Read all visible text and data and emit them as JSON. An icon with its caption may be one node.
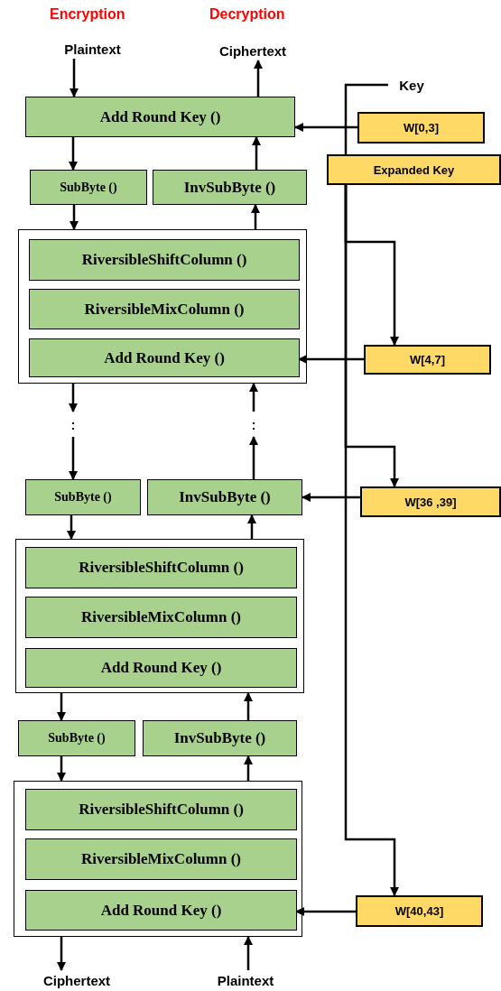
{
  "diagram": {
    "nodes": [
      {
        "text": [
          "Plaintext"
        ]
      },
      {
        "text": [
          "Ciphertext"
        ]
      },
      {
        "text": [
          "Add Round Key ()"
        ]
      },
      {
        "text": [
          "SubByte ()"
        ]
      },
      {
        "text": [
          "InvSubByte ()"
        ]
      },
      {
        "text": [],
        "shape": "box"
      },
      {
        "text": [
          "RiversibleShiftColumn ()"
        ],
        "in": 5
      },
      {
        "text": [
          "RiversibleMixColumn ()"
        ],
        "in": 5
      },
      {
        "text": [
          "Add Round Key ()"
        ],
        "in": 5
      },
      {
        "text": [
          ":"
        ]
      },
      {
        "text": [
          ":"
        ]
      },
      {
        "text": [
          "SubByte ()"
        ]
      },
      {
        "text": [
          "InvSubByte ()"
        ]
      },
      {
        "text": [],
        "shape": "box"
      },
      {
        "text": [
          "RiversibleShiftColumn ()"
        ],
        "in": 13
      },
      {
        "text": [
          "RiversibleMixColumn ()"
        ],
        "in": 13
      },
      {
        "text": [
          "Add Round Key ()"
        ],
        "in": 13
      },
      {
        "text": [
          "SubByte ()"
        ]
      },
      {
        "text": [
          "InvSubByte ()"
        ]
      },
      {
        "text": [],
        "shape": "box"
      },
      {
        "text": [
          "RiversibleShiftColumn ()"
        ],
        "in": 19
      },
      {
        "text": [
          "RiversibleMixColumn ()"
        ],
        "in": 19
      },
      {
        "text": [
          "Add Round Key ()"
        ],
        "in": 19
      },
      {
        "text": [
          "Ciphertext"
        ]
      },
      {
        "text": [
          "Plaintext"
        ]
      },
      {
        "text": [
          "Key"
        ]
      },
      {
        "text": [
          "W[0,3]"
        ]
      },
      {
        "text": [
          "Expanded Key"
        ]
      },
      {
        "text": [
          "W[4,7]"
        ]
      },
      {
        "text": [
          "W[36 ,39]"
        ]
      },
      {
        "text": [
          "W[40,43]"
        ]
      }
    ],
    "edges": [
      {
        "from": 0,
        "to": 2,
        "arrow": "to"
      },
      {
        "from": 2,
        "to": 3,
        "arrow": "to"
      },
      {
        "from": 3,
        "to": 5,
        "arrow": "to"
      },
      {
        "from": 5,
        "to": 9,
        "arrow": "to"
      },
      {
        "from": 9,
        "to": 11,
        "arrow": "to"
      },
      {
        "from": 11,
        "to": 13,
        "arrow": "to"
      },
      {
        "from": 13,
        "to": 17,
        "arrow": "to"
      },
      {
        "from": 17,
        "to": 19,
        "arrow": "to"
      },
      {
        "from": 19,
        "to": 23,
        "arrow": "to"
      },
      {
        "from": 24,
        "to": 19,
        "arrow": "to"
      },
      {
        "from": 19,
        "to": 18,
        "arrow": "to"
      },
      {
        "from": 18,
        "to": 13,
        "arrow": "to"
      },
      {
        "from": 13,
        "to": 12,
        "arrow": "to"
      },
      {
        "from": 12,
        "to": 10,
        "arrow": "to"
      },
      {
        "from": 10,
        "to": 5,
        "arrow": "to"
      },
      {
        "from": 5,
        "to": 4,
        "arrow": "to"
      },
      {
        "from": 4,
        "to": 2,
        "arrow": "to"
      },
      {
        "from": 2,
        "to": 1,
        "arrow": "to"
      },
      {
        "from": 25,
        "to": 27,
        "arrow": "none"
      },
      {
        "from": 27,
        "to": 28,
        "arrow": "to"
      },
      {
        "from": 27,
        "to": 29,
        "arrow": "to"
      },
      {
        "from": 27,
        "to": 30,
        "arrow": "to"
      },
      {
        "from": 26,
        "to": 2,
        "arrow": "to"
      },
      {
        "from": 28,
        "to": 8,
        "arrow": "to"
      },
      {
        "from": 29,
        "to": 12,
        "arrow": "to"
      },
      {
        "from": 30,
        "to": 22,
        "arrow": "to"
      }
    ],
    "labels": [
      "Encryption",
      "Decryption"
    ]
  }
}
